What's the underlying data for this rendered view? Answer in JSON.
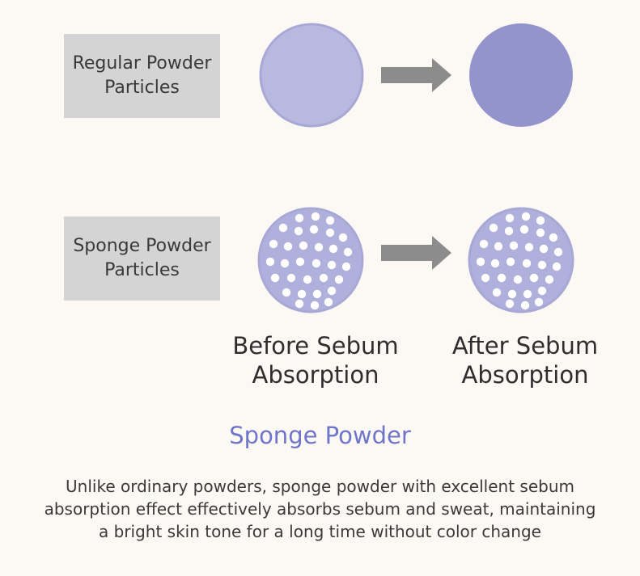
{
  "rows": [
    {
      "label_line1": "Regular Powder",
      "label_line2": "Particles"
    },
    {
      "label_line1": "Sponge Powder",
      "label_line2": "Particles"
    }
  ],
  "captions": {
    "before_line1": "Before Sebum",
    "before_line2": "Absorption",
    "after_line1": "After Sebum",
    "after_line2": "Absorption"
  },
  "title": "Sponge Powder",
  "description": {
    "line1": "Unlike ordinary powders, sponge powder with excellent sebum",
    "line2": "absorption effect effectively absorbs sebum and sweat, maintaining",
    "line3": "a bright skin tone for a long time without color change"
  },
  "colors": {
    "regular_before": "#b9b9e0",
    "regular_after": "#9494cc",
    "sponge_fill": "#b0b0dc",
    "circle_stroke": "#a8a8d6",
    "arrow": "#8c8c8c",
    "title": "#6f76c9"
  }
}
